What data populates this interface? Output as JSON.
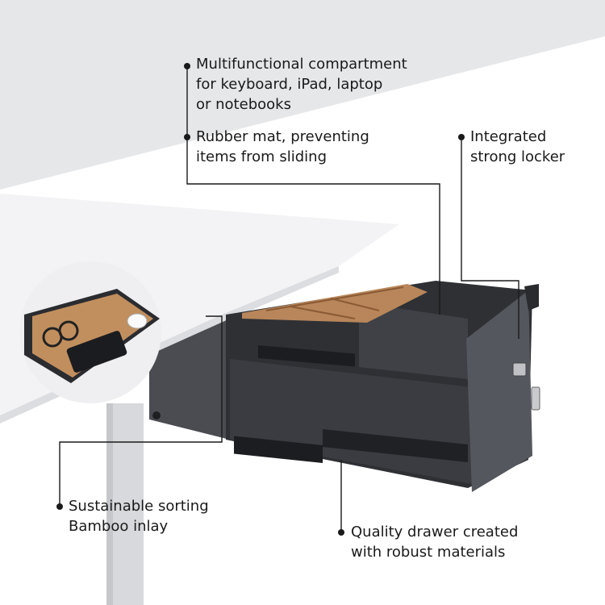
{
  "callouts": {
    "compartment": {
      "lines": [
        "Multifunctional compartment",
        "for keyboard, iPad, laptop",
        "or notebooks"
      ]
    },
    "rubber_mat": {
      "lines": [
        "Rubber mat, preventing",
        "items from sliding"
      ]
    },
    "locker": {
      "lines": [
        "Integrated",
        "strong locker"
      ]
    },
    "bamboo": {
      "lines": [
        "Sustainable sorting",
        "Bamboo inlay"
      ]
    },
    "drawer": {
      "lines": [
        "Quality drawer created",
        "with robust materials"
      ]
    }
  },
  "colors": {
    "background": "#ffffff",
    "wall": "#e6e7e9",
    "desk_top": "#f4f4f6",
    "drawer_metal": "#2b2d31",
    "bamboo": "#b8865a",
    "leg": "#d9dadd",
    "text": "#1a1a1a"
  }
}
